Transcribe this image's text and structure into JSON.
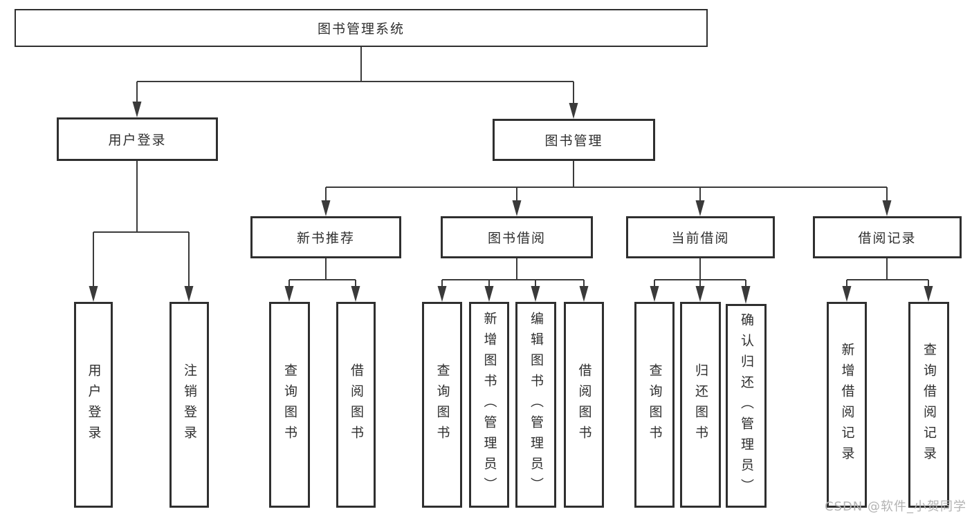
{
  "diagram": {
    "title": "图书管理系统",
    "branches": [
      {
        "label": "用户登录",
        "children": [
          {
            "label": "用户登录"
          },
          {
            "label": "注销登录"
          }
        ]
      },
      {
        "label": "图书管理",
        "children": [
          {
            "label": "新书推荐",
            "children": [
              {
                "label": "查询图书"
              },
              {
                "label": "借阅图书"
              }
            ]
          },
          {
            "label": "图书借阅",
            "children": [
              {
                "label": "查询图书"
              },
              {
                "label": "新增图书（管理员）"
              },
              {
                "label": "编辑图书（管理员）"
              },
              {
                "label": "借阅图书"
              }
            ]
          },
          {
            "label": "当前借阅",
            "children": [
              {
                "label": "查询图书"
              },
              {
                "label": "归还图书"
              },
              {
                "label": "确认归还（管理员）"
              }
            ]
          },
          {
            "label": "借阅记录",
            "children": [
              {
                "label": "新增借阅记录"
              },
              {
                "label": "查询借阅记录"
              }
            ]
          }
        ]
      }
    ]
  },
  "watermark": {
    "text": "CSDN @软件_小贺同学"
  },
  "colors": {
    "line": "#3a3a3a",
    "box_border": "#2f2f2f",
    "text": "#2e2e2e",
    "watermark": "#b3b3b3",
    "background": "#ffffff"
  }
}
